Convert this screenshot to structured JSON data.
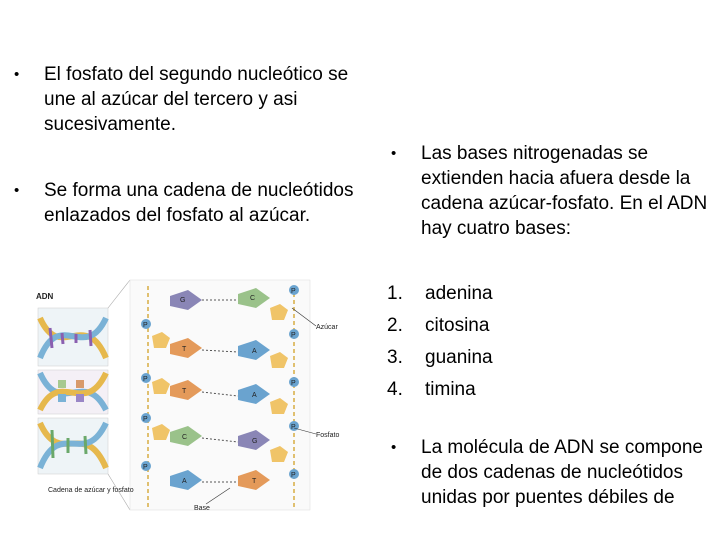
{
  "bullets": {
    "b1": "El fosfato del segundo nucleótico se une al azúcar del tercero y asi sucesivamente.",
    "b2": "Se forma una cadena de nucleótidos enlazados del fosfato al azúcar.",
    "b3": "Las bases nitrogenadas se extienden hacia afuera desde la cadena azúcar-fosfato.  En el ADN hay cuatro bases:",
    "b4": "La molécula de ADN se compone de dos cadenas de nucleótidos unidas por puentes débiles de"
  },
  "bullet_symbol": "•",
  "bases": [
    {
      "num": "1.",
      "name": "adenina"
    },
    {
      "num": "2.",
      "name": "citosina"
    },
    {
      "num": "3.",
      "name": "guanina"
    },
    {
      "num": "4.",
      "name": "timina"
    }
  ],
  "figure": {
    "title": "ADN",
    "label_azucar": "Azúcar",
    "label_fosfato": "Fosfato",
    "label_base": "Base",
    "label_cadena": "Cadena de azúcar y fosfato",
    "phosphate": "P",
    "pairs": [
      {
        "left": "G",
        "right": "C"
      },
      {
        "left": "T",
        "right": "A"
      },
      {
        "left": "T",
        "right": "A"
      },
      {
        "left": "C",
        "right": "G"
      },
      {
        "left": "A",
        "right": "T"
      }
    ]
  }
}
